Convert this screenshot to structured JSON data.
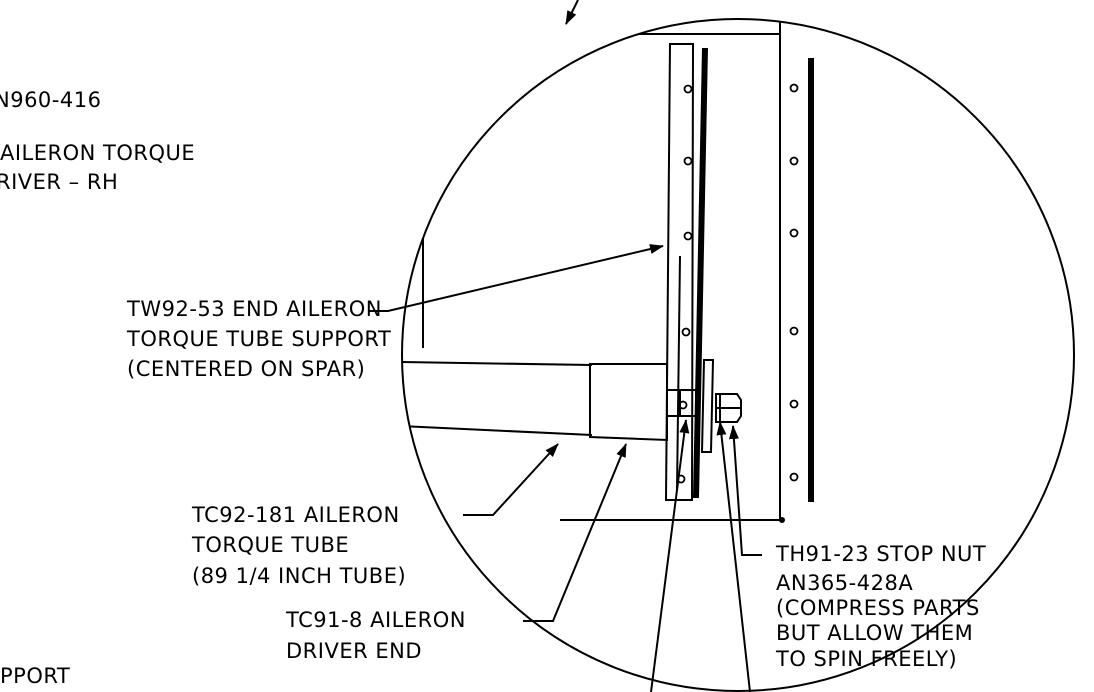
{
  "labels": {
    "an960": "N960-416",
    "end_driver": [
      "AILERON TORQUE",
      "RIVER – RH"
    ],
    "tw92": [
      "TW92-53 END AILERON",
      "TORQUE TUBE SUPPORT",
      "(CENTERED ON SPAR)"
    ],
    "tc92": [
      "TC92-181 AILERON",
      "TORQUE TUBE",
      "(89 1/4 INCH TUBE)"
    ],
    "tc91": [
      "TC91-8 AILERON",
      "DRIVER END"
    ],
    "th91": [
      "TH91-23 STOP NUT",
      "AN365-428A",
      "(COMPRESS PARTS",
      "BUT ALLOW THEM",
      "TO SPIN FREELY)"
    ],
    "support_partial": "PPORT"
  }
}
